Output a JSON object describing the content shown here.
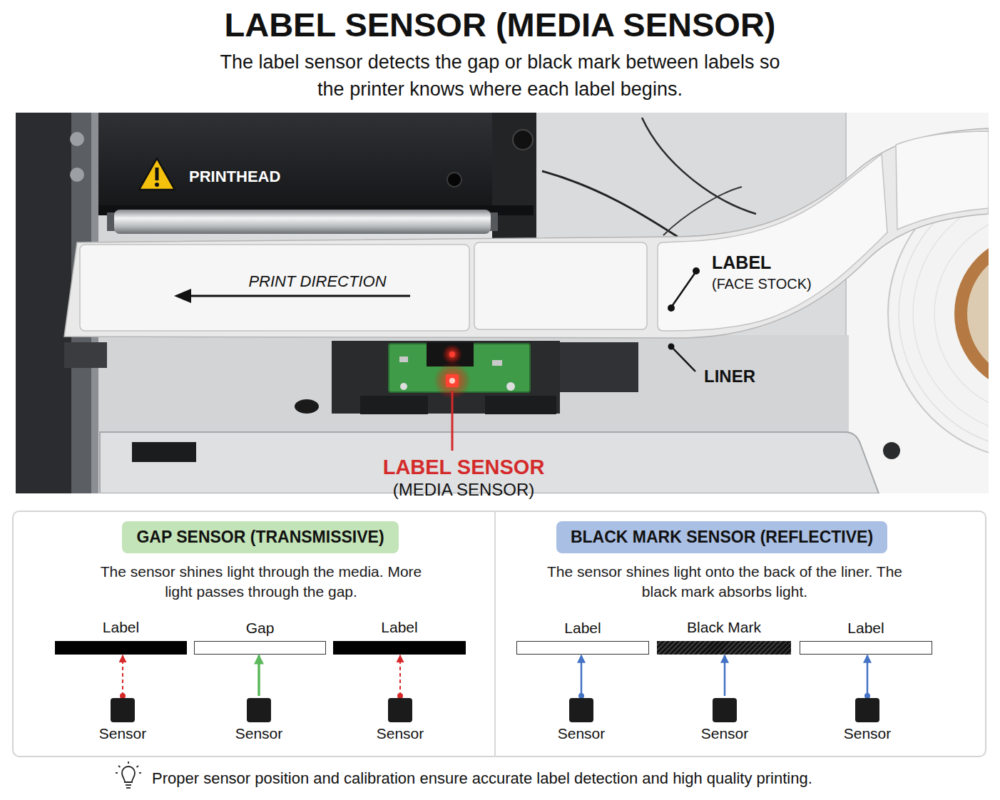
{
  "diagram": {
    "title": "LABEL SENSOR (MEDIA SENSOR)",
    "caption": "Proper sensor position and calibration ensure accurate label detection and high quality printing.",
    "nodes": [
      {
        "text": [
          "The sensor shines light through the media. More light passes through the gap."
        ]
      },
      {
        "text": [
          "GAP SENSOR (TRANSMISSIVE)"
        ],
        "in": 0
      },
      {
        "text": [
          "Label"
        ],
        "in": 0
      },
      {
        "text": [
          "Gap"
        ],
        "in": 0
      },
      {
        "text": [
          "Label"
        ],
        "in": 0
      },
      {
        "text": [
          "Sensor"
        ],
        "in": 0
      },
      {
        "text": [
          "Sensor"
        ],
        "in": 0
      },
      {
        "text": [
          "Sensor"
        ],
        "in": 0
      },
      {
        "text": [
          "The sensor shines light onto the back of the liner. The black mark absorbs light."
        ]
      },
      {
        "text": [
          "BLACK MARK SENSOR (REFLECTIVE)"
        ],
        "in": 8
      },
      {
        "text": [
          "Label"
        ],
        "in": 8
      },
      {
        "text": [
          "Black Mark"
        ],
        "in": 8
      },
      {
        "text": [
          "Label"
        ],
        "in": 8
      },
      {
        "text": [
          "Sensor"
        ],
        "in": 8
      },
      {
        "text": [
          "Sensor"
        ],
        "in": 8
      },
      {
        "text": [
          "Sensor"
        ],
        "in": 8
      }
    ],
    "edges": [
      {
        "from": 5,
        "to": 2,
        "arrow": "to"
      },
      {
        "from": 6,
        "to": 3,
        "arrow": "to"
      },
      {
        "from": 7,
        "to": 4,
        "arrow": "to"
      },
      {
        "from": 13,
        "to": 10,
        "arrow": "to"
      },
      {
        "from": 14,
        "to": 11,
        "arrow": "to"
      },
      {
        "from": 15,
        "to": 12,
        "arrow": "to"
      }
    ],
    "labels": [
      "The label sensor detects the gap or black mark between labels so the printer knows where each label begins.",
      "PRINTHEAD",
      "PRINT DIRECTION",
      "LABEL",
      "(FACE STOCK)",
      "LINER",
      "LABEL SENSOR",
      "(MEDIA SENSOR)"
    ]
  }
}
